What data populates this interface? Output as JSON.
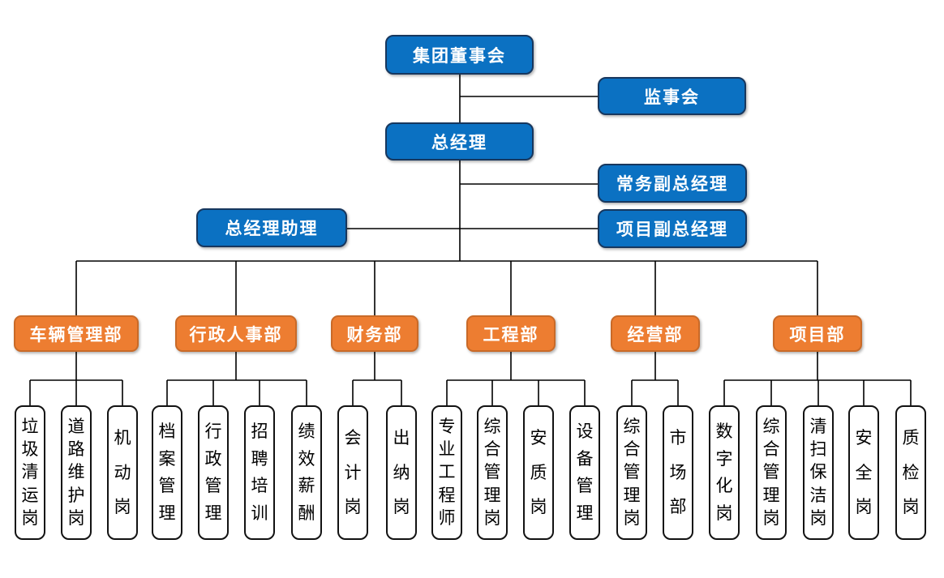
{
  "org": {
    "executives": [
      {
        "label": "集团董事会"
      },
      {
        "label": "监事会"
      },
      {
        "label": "总经理"
      },
      {
        "label": "常务副总经理"
      },
      {
        "label": "总经理助理"
      },
      {
        "label": "项目副总经理"
      }
    ],
    "departments": [
      {
        "label": "车辆管理部",
        "positions": [
          "垃圾清运岗",
          "道路维护岗",
          "机动岗"
        ]
      },
      {
        "label": "行政人事部",
        "positions": [
          "档案管理",
          "行政管理",
          "招聘培训",
          "绩效薪酬"
        ]
      },
      {
        "label": "财务部",
        "positions": [
          "会计岗",
          "出纳岗"
        ]
      },
      {
        "label": "工程部",
        "positions": [
          "专业工程师",
          "综合管理岗",
          "安质岗",
          "设备管理"
        ]
      },
      {
        "label": "经营部",
        "positions": [
          "综合管理岗",
          "市场部"
        ]
      },
      {
        "label": "项目部",
        "positions": [
          "数字化岗",
          "综合管理岗",
          "清扫保洁岗",
          "安全岗",
          "质检岗"
        ]
      }
    ]
  },
  "colors": {
    "executive_box": "#0B71C2",
    "executive_border": "#17375E",
    "department_box": "#ED7D31",
    "department_border": "#C96A28",
    "position_box": "#FFFFFF",
    "position_border": "#121212",
    "connector": "#000000"
  }
}
